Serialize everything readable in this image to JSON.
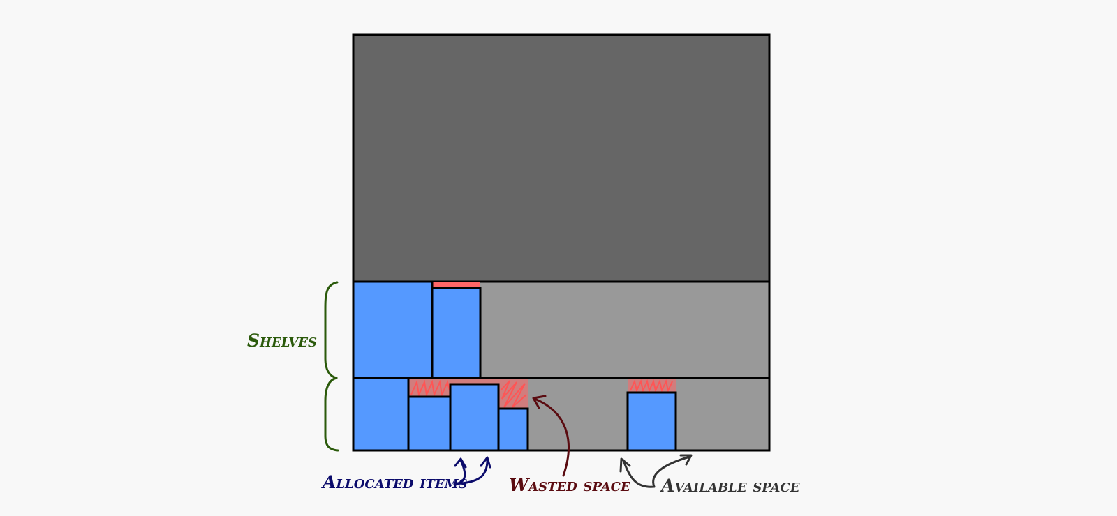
{
  "labels": {
    "shelves": "Shelves",
    "allocated_items": "Allocated items",
    "wasted_space": "Wasted space",
    "available_space": "Available space"
  },
  "colors": {
    "background": "#f8f8f8",
    "unused_region": "#666666",
    "shelf_free": "#999999",
    "allocated": "#5599ff",
    "wasted": "#ff6666",
    "outline": "#000000",
    "shelves_label": "#2b5a0b",
    "allocated_label": "#0b0b6b",
    "wasted_label": "#5a0b10",
    "available_label": "#333333"
  }
}
